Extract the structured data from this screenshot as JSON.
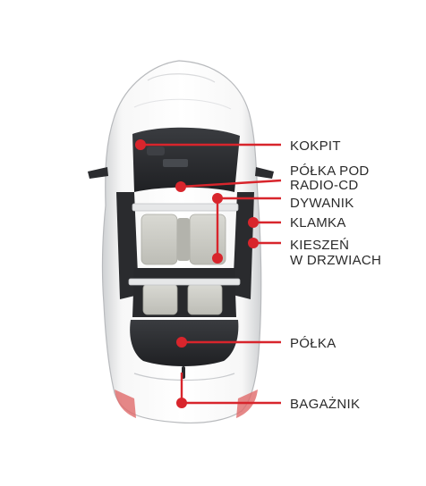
{
  "colors": {
    "accent": "#d8252c",
    "text": "#2a2a2a",
    "car_body": "#f4f4f4",
    "glass": "#2c2e31",
    "interior": "#cfcfc9"
  },
  "labels": {
    "kokpit": "KOKPIT",
    "polka_pod_1": "PÓŁKA POD",
    "polka_pod_2": "RADIO-CD",
    "dywanik": "DYWANIK",
    "klamka": "KLAMKA",
    "kieszen_1": "KIESZEŃ",
    "kieszen_2": "W DRZWIACH",
    "polka": "PÓŁKA",
    "bagaznik": "BAGAŻNIK"
  }
}
